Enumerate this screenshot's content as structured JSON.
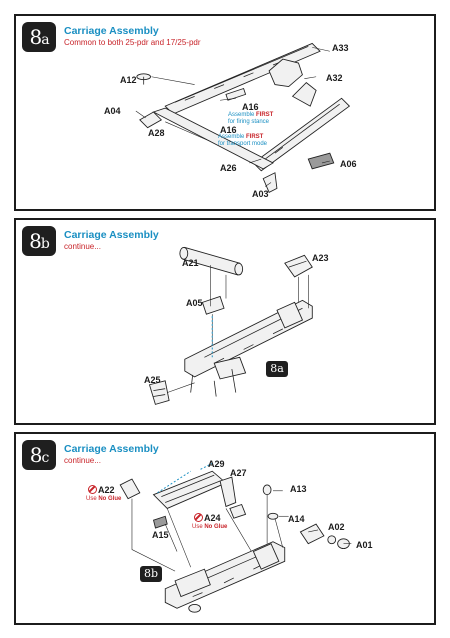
{
  "steps": [
    {
      "badge_num": "8",
      "badge_letter": "a",
      "title": "Carriage Assembly",
      "subtitle": "Common to both 25-pdr and 17/25-pdr",
      "labels": {
        "a33": "A33",
        "a12": "A12",
        "a32": "A32",
        "a04": "A04",
        "a16_top": "A16",
        "a16_bottom": "A16",
        "a28": "A28",
        "a06": "A06",
        "a26": "A26",
        "a03": "A03"
      },
      "note_firing": {
        "pre": "Assemble ",
        "emph": "FIRST",
        "post": "for firing stance"
      },
      "note_transport": {
        "pre": "Assemble ",
        "emph": "FIRST",
        "post": "for transport mode"
      }
    },
    {
      "badge_num": "8",
      "badge_letter": "b",
      "title": "Carriage Assembly",
      "subtitle": "continue...",
      "labels": {
        "a21": "A21",
        "a23": "A23",
        "a05": "A05",
        "a25": "A25"
      },
      "ref_badge": "8a"
    },
    {
      "badge_num": "8",
      "badge_letter": "c",
      "title": "Carriage Assembly",
      "subtitle": "continue...",
      "labels": {
        "a29": "A29",
        "a27": "A27",
        "a22": "A22",
        "a13": "A13",
        "a24": "A24",
        "a14": "A14",
        "a15": "A15",
        "a02": "A02",
        "a01": "A01"
      },
      "no_glue": {
        "pre": "Use ",
        "emph": "No Glue"
      },
      "ref_badge": "8b"
    }
  ]
}
